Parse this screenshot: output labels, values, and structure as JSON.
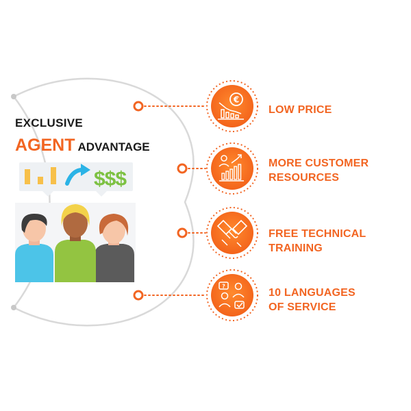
{
  "headline": {
    "line1": "EXCLUSIVE",
    "accent": "AGENT",
    "rest": "ADVANTAGE"
  },
  "illustration": {
    "money_text": "$$$"
  },
  "benefits": [
    {
      "icon": "euro-chart-icon",
      "lines": [
        "LOW PRICE"
      ]
    },
    {
      "icon": "customer-growth-icon",
      "lines": [
        "MORE CUSTOMER",
        "RESOURCES"
      ]
    },
    {
      "icon": "handshake-icon",
      "lines": [
        "FREE TECHNICAL",
        "TRAINING"
      ]
    },
    {
      "icon": "chat-support-icon",
      "lines": [
        "10 LANGUAGES",
        "OF SERVICE"
      ]
    }
  ],
  "colors": {
    "accent": "#f26522",
    "text": "#1a1a1a",
    "arc": "#d9d9d9"
  }
}
